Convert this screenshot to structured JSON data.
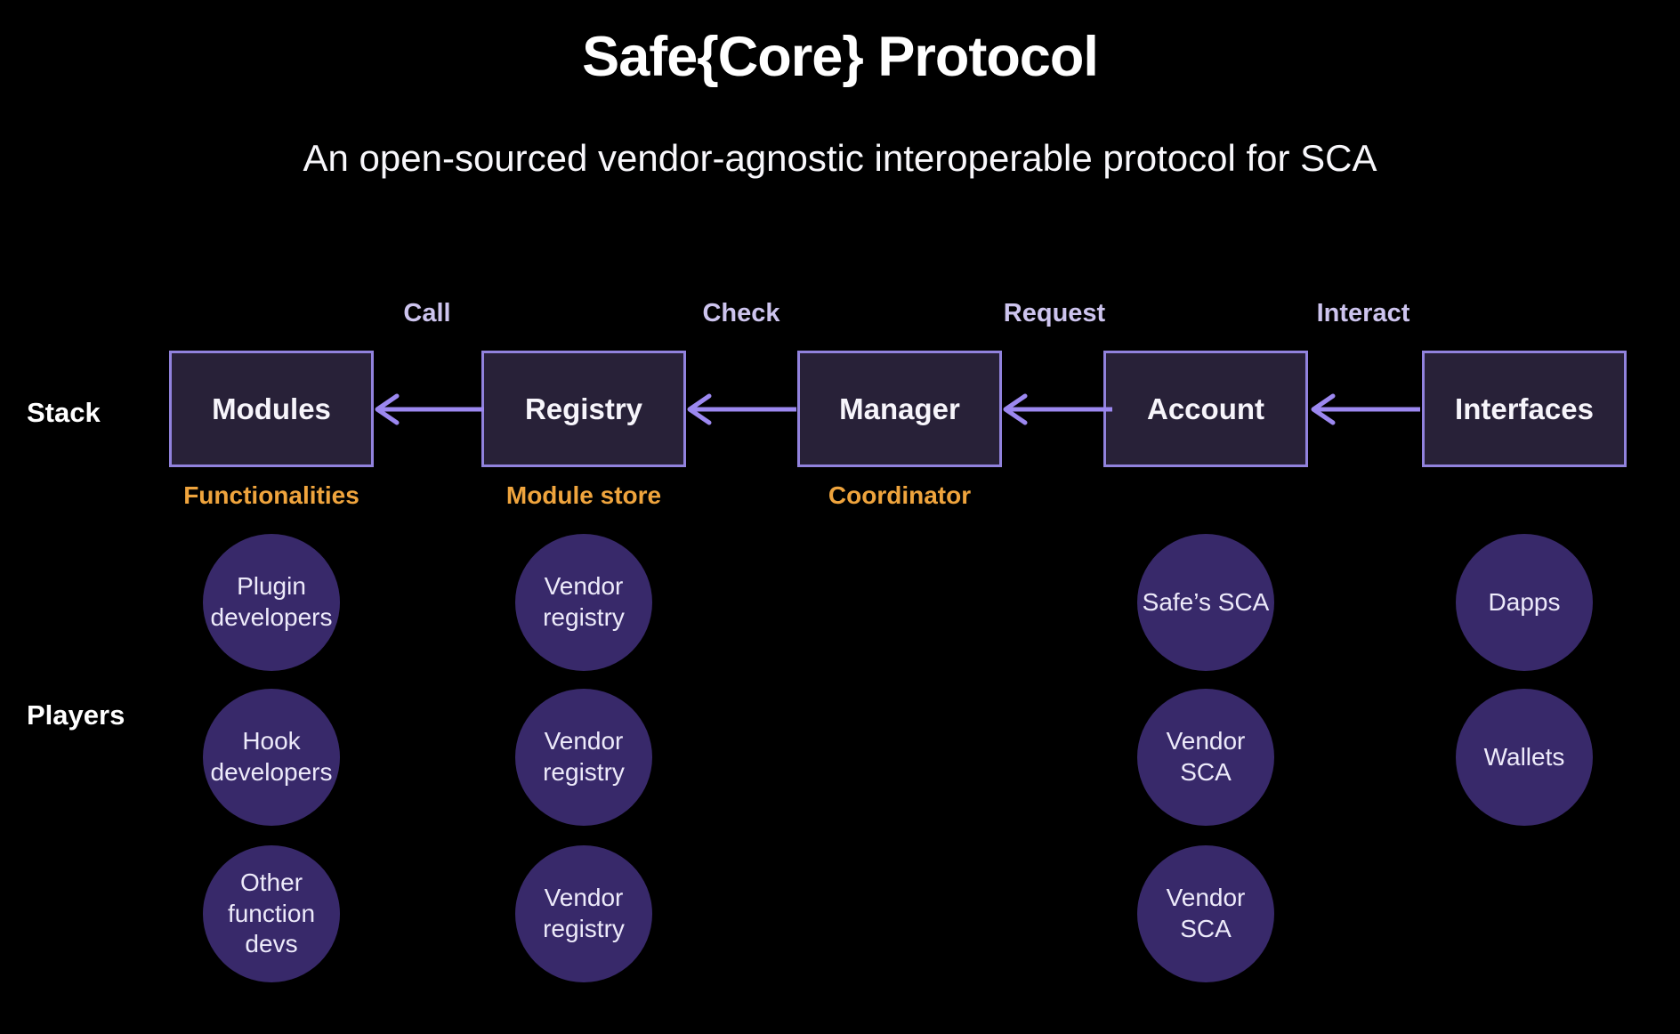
{
  "title": "Safe{Core} Protocol",
  "subtitle": "An open-sourced vendor-agnostic interoperable protocol for SCA",
  "row_labels": {
    "stack": "Stack",
    "players": "Players"
  },
  "stack": {
    "boxes": [
      {
        "label": "Modules",
        "tag": "Functionalities"
      },
      {
        "label": "Registry",
        "tag": "Module store"
      },
      {
        "label": "Manager",
        "tag": "Coordinator"
      },
      {
        "label": "Account",
        "tag": ""
      },
      {
        "label": "Interfaces",
        "tag": ""
      }
    ],
    "arrows": [
      {
        "label": "Call",
        "from": "Registry",
        "to": "Modules",
        "direction": "left"
      },
      {
        "label": "Check",
        "from": "Manager",
        "to": "Registry",
        "direction": "left"
      },
      {
        "label": "Request",
        "from": "Account",
        "to": "Manager",
        "direction": "left"
      },
      {
        "label": "Interact",
        "from": "Interfaces",
        "to": "Account",
        "direction": "left"
      }
    ]
  },
  "players": {
    "modules": [
      "Plugin developers",
      "Hook developers",
      "Other function devs"
    ],
    "registry": [
      "Vendor registry",
      "Vendor registry",
      "Vendor registry"
    ],
    "account": [
      "Safe’s SCA",
      "Vendor SCA",
      "Vendor SCA"
    ],
    "interfaces": [
      "Dapps",
      "Wallets"
    ]
  },
  "colors": {
    "background": "#000000",
    "box_fill": "#282138",
    "box_border": "#9182dd",
    "arrow": "#9c88f0",
    "arrow_label": "#cdc4ee",
    "tag_orange": "#efa43d",
    "circle_fill": "#38296a",
    "circle_text": "#edeafa",
    "text_primary": "#ffffff"
  }
}
